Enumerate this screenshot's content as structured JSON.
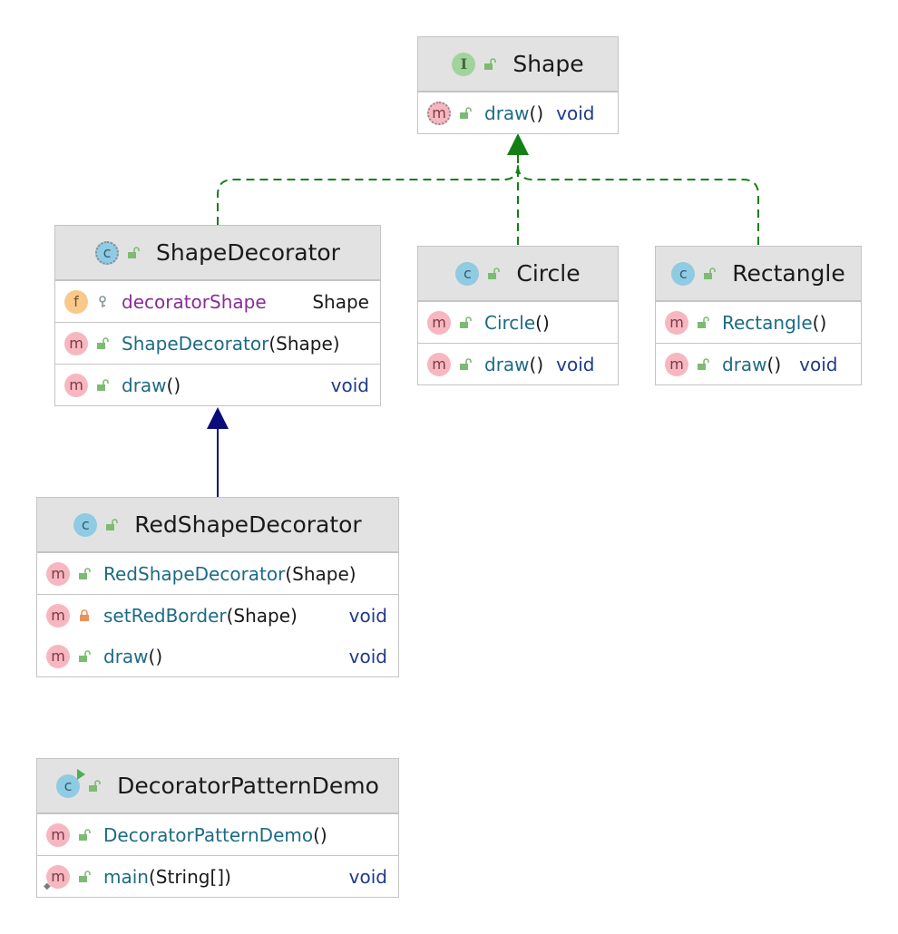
{
  "colors": {
    "implements": "#128012",
    "extends": "#0b0b7a",
    "header_bg": "#e2e2e2",
    "border": "#c4c4c4",
    "method_name": "#1d6b84",
    "field_name": "#8a2b9a",
    "return_type": "#1e3a8a"
  },
  "nodes": {
    "shape": {
      "kind_badge": "I",
      "title": "Shape",
      "members": [
        {
          "badge": "m",
          "name": "draw",
          "params": "()",
          "type": "void"
        }
      ]
    },
    "shape_decorator": {
      "kind_badge": "c",
      "title": "ShapeDecorator",
      "fields": [
        {
          "badge": "f",
          "name": "decoratorShape",
          "type": "Shape"
        }
      ],
      "constructors": [
        {
          "badge": "m",
          "name": "ShapeDecorator",
          "params": "(Shape)"
        }
      ],
      "methods": [
        {
          "badge": "m",
          "name": "draw",
          "params": "()",
          "type": "void"
        }
      ]
    },
    "circle": {
      "kind_badge": "c",
      "title": "Circle",
      "constructors": [
        {
          "badge": "m",
          "name": "Circle",
          "params": "()"
        }
      ],
      "methods": [
        {
          "badge": "m",
          "name": "draw",
          "params": "()",
          "type": "void"
        }
      ]
    },
    "rectangle": {
      "kind_badge": "c",
      "title": "Rectangle",
      "constructors": [
        {
          "badge": "m",
          "name": "Rectangle",
          "params": "()"
        }
      ],
      "methods": [
        {
          "badge": "m",
          "name": "draw",
          "params": "()",
          "type": "void"
        }
      ]
    },
    "red_shape_decorator": {
      "kind_badge": "c",
      "title": "RedShapeDecorator",
      "constructors": [
        {
          "badge": "m",
          "name": "RedShapeDecorator",
          "params": "(Shape)"
        }
      ],
      "methods": [
        {
          "badge": "m",
          "name": "setRedBorder",
          "params": "(Shape)",
          "type": "void"
        },
        {
          "badge": "m",
          "name": "draw",
          "params": "()",
          "type": "void"
        }
      ]
    },
    "decorator_pattern_demo": {
      "kind_badge": "c",
      "title": "DecoratorPatternDemo",
      "constructors": [
        {
          "badge": "m",
          "name": "DecoratorPatternDemo",
          "params": "()"
        }
      ],
      "methods": [
        {
          "badge": "m",
          "name": "main",
          "params": "(String[])",
          "type": "void"
        }
      ]
    }
  }
}
